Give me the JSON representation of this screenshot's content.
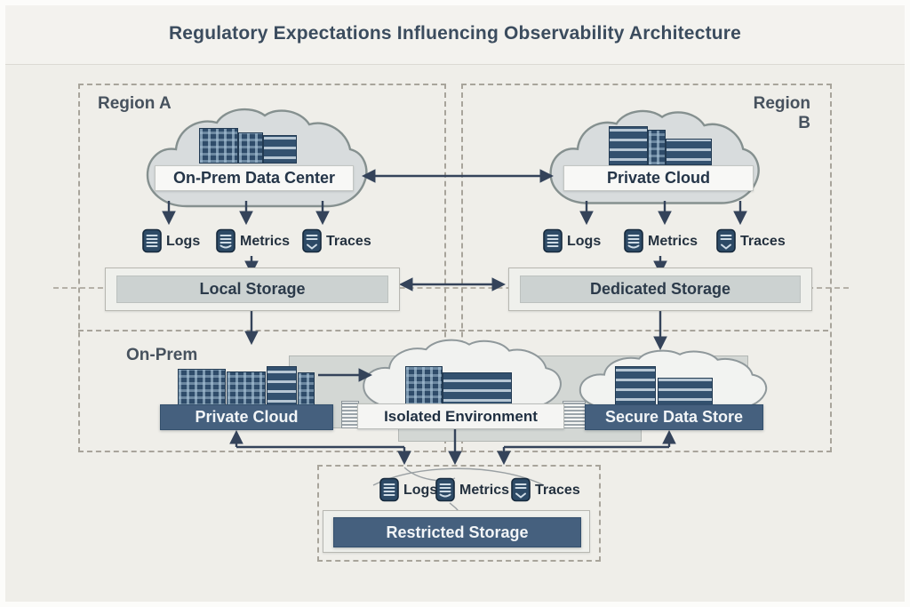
{
  "title": "Regulatory Expectations Influencing Observability Architecture",
  "colors": {
    "background": "#efeee9",
    "navy_bar": "#45607e",
    "icon_navy": "#2d4a66",
    "arrow": "#34435a",
    "dashed_border": "#a8a49b",
    "cloud_fill": "#d8dcdd",
    "storage_inner": "#ccd2d1",
    "text_dark": "#2b3a4a"
  },
  "region_a": {
    "label": "Region A",
    "cloud_label": "On-Prem Data Center",
    "cloud_icon": "data-center-buildings-icon",
    "telemetry": [
      {
        "label": "Logs",
        "icon": "log-database-icon"
      },
      {
        "label": "Metrics",
        "icon": "metrics-database-icon"
      },
      {
        "label": "Traces",
        "icon": "traces-database-icon"
      }
    ],
    "storage_label": "Local Storage"
  },
  "region_b": {
    "label": "Region B",
    "cloud_label": "Private Cloud",
    "cloud_icon": "server-rack-icon",
    "telemetry": [
      {
        "label": "Logs",
        "icon": "log-database-icon"
      },
      {
        "label": "Metrics",
        "icon": "metrics-database-icon"
      },
      {
        "label": "Traces",
        "icon": "traces-database-icon"
      }
    ],
    "storage_label": "Dedicated Storage"
  },
  "on_prem": {
    "label": "On-Prem",
    "private_cloud_label": "Private Cloud",
    "isolated_label": "Isolated Environment",
    "secure_label": "Secure Data Store"
  },
  "restricted": {
    "telemetry": [
      {
        "label": "Logs",
        "icon": "log-database-icon"
      },
      {
        "label": "Metrics",
        "icon": "metrics-database-icon"
      },
      {
        "label": "Traces",
        "icon": "traces-database-icon"
      }
    ],
    "storage_label": "Restricted Storage"
  }
}
